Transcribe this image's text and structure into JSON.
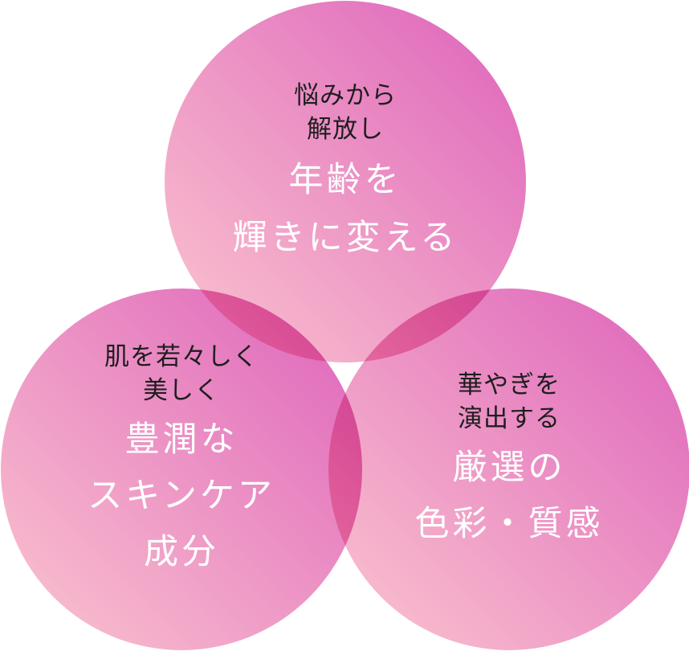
{
  "colors": {
    "circle_light": "#fbc6cf",
    "circle_mid": "#eb8fc4",
    "circle_dark": "#de62bb",
    "sub_text": "#1e1e1e",
    "main_text": "#ffffff"
  },
  "circles": [
    {
      "position": "top",
      "sub_lines": [
        "悩みから",
        "解放し"
      ],
      "main_lines": [
        "年齢を",
        "輝きに変える"
      ]
    },
    {
      "position": "bottom-left",
      "sub_lines": [
        "肌を若々しく",
        "美しく"
      ],
      "main_lines": [
        "豊潤な",
        "スキンケア",
        "成分"
      ]
    },
    {
      "position": "bottom-right",
      "sub_lines": [
        "華やぎを",
        "演出する"
      ],
      "main_lines": [
        "厳選の",
        "色彩・質感"
      ]
    }
  ]
}
